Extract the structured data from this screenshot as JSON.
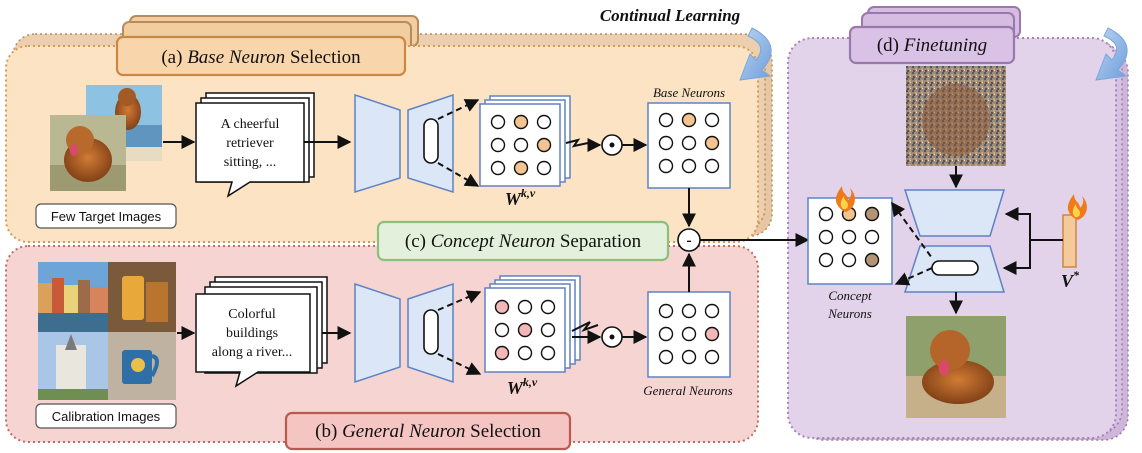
{
  "header": {
    "continual_learning": "Continual Learning"
  },
  "panels": {
    "base": {
      "prefix": "(a) ",
      "italic": "Base Neuron",
      "suffix": " Selection",
      "images_label": "Few Target Images",
      "caption_lines": [
        "A cheerful",
        "retriever",
        "sitting, ..."
      ],
      "weight_main": "W",
      "weight_sup": "k,v",
      "neurons_label": "Base Neurons"
    },
    "separation": {
      "prefix": "(c) ",
      "italic": "Concept Neuron",
      "suffix": " Separation",
      "operator": "-"
    },
    "general": {
      "prefix": "(b) ",
      "italic": "General Neuron",
      "suffix": " Selection",
      "images_label": "Calibration Images",
      "caption_lines": [
        "Colorful",
        "buildings",
        "along a river..."
      ],
      "weight_main": "W",
      "weight_sup": "k,v",
      "neurons_label": "General Neurons"
    },
    "finetune": {
      "prefix": "(d) ",
      "italic": "Finetuning",
      "concept_label_lines": [
        "Concept",
        "Neurons"
      ],
      "v_main": "V",
      "v_sup": "*"
    }
  },
  "colors": {
    "base_fill": "#fbe3c3",
    "base_border": "#d79a55",
    "general_fill": "#f6d4d2",
    "general_border": "#c56a62",
    "separation_fill": "#e3f1dc",
    "separation_border": "#8cc07a",
    "finetune_fill": "#e2d3ea",
    "finetune_border": "#a882b8",
    "encoder_fill": "#dbe6f7",
    "encoder_stroke": "#5e82c4",
    "orange_neuron": "#f3c48f",
    "pink_neuron": "#f2b7b6",
    "brown_neuron": "#b39576",
    "v_token": "#f6c99a",
    "arrow_blue": "#7aa6dd"
  }
}
